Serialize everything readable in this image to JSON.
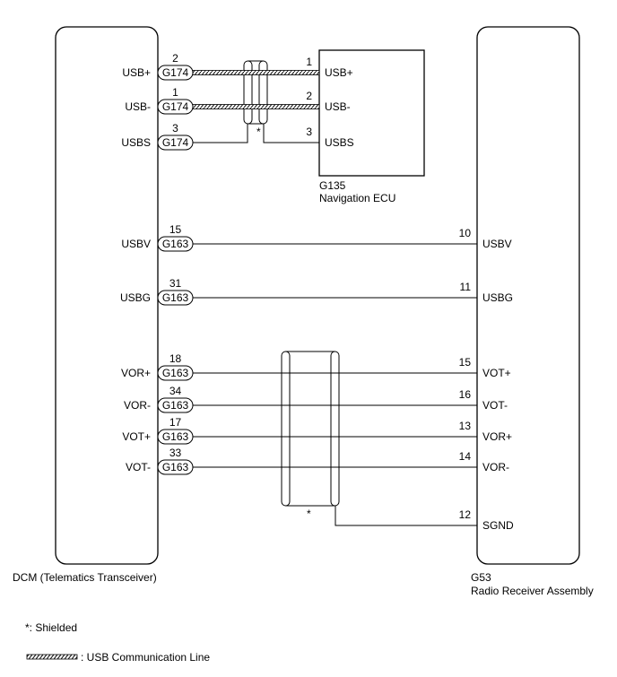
{
  "components": {
    "dcm": {
      "name": "DCM (Telematics Transceiver)"
    },
    "navigation_ecu": {
      "code": "G135",
      "name": "Navigation ECU"
    },
    "radio_receiver": {
      "code": "G53",
      "name": "Radio Receiver Assembly"
    }
  },
  "shield_marker": "*",
  "legend": {
    "shielded": "*: Shielded",
    "usb_line": ": USB Communication Line"
  },
  "wires": [
    {
      "id": "usb-plus",
      "left_pin": "2",
      "left_signal": "USB+",
      "connector": "G174",
      "right_pin": "1",
      "right_signal": "USB+",
      "target": "navigation_ecu",
      "usb": true
    },
    {
      "id": "usb-minus",
      "left_pin": "1",
      "left_signal": "USB-",
      "connector": "G174",
      "right_pin": "2",
      "right_signal": "USB-",
      "target": "navigation_ecu",
      "usb": true
    },
    {
      "id": "usbs",
      "left_pin": "3",
      "left_signal": "USBS",
      "connector": "G174",
      "right_pin": "3",
      "right_signal": "USBS",
      "target": "navigation_ecu",
      "usb": false
    },
    {
      "id": "usbv",
      "left_pin": "15",
      "left_signal": "USBV",
      "connector": "G163",
      "right_pin": "10",
      "right_signal": "USBV",
      "target": "radio_receiver",
      "usb": false
    },
    {
      "id": "usbg",
      "left_pin": "31",
      "left_signal": "USBG",
      "connector": "G163",
      "right_pin": "11",
      "right_signal": "USBG",
      "target": "radio_receiver",
      "usb": false
    },
    {
      "id": "vor-plus",
      "left_pin": "18",
      "left_signal": "VOR+",
      "connector": "G163",
      "right_pin": "15",
      "right_signal": "VOT+",
      "target": "radio_receiver",
      "usb": false
    },
    {
      "id": "vor-minus",
      "left_pin": "34",
      "left_signal": "VOR-",
      "connector": "G163",
      "right_pin": "16",
      "right_signal": "VOT-",
      "target": "radio_receiver",
      "usb": false
    },
    {
      "id": "vot-plus",
      "left_pin": "17",
      "left_signal": "VOT+",
      "connector": "G163",
      "right_pin": "13",
      "right_signal": "VOR+",
      "target": "radio_receiver",
      "usb": false
    },
    {
      "id": "vot-minus",
      "left_pin": "33",
      "left_signal": "VOT-",
      "connector": "G163",
      "right_pin": "14",
      "right_signal": "VOR-",
      "target": "radio_receiver",
      "usb": false
    }
  ],
  "ground": {
    "right_pin": "12",
    "right_signal": "SGND"
  }
}
